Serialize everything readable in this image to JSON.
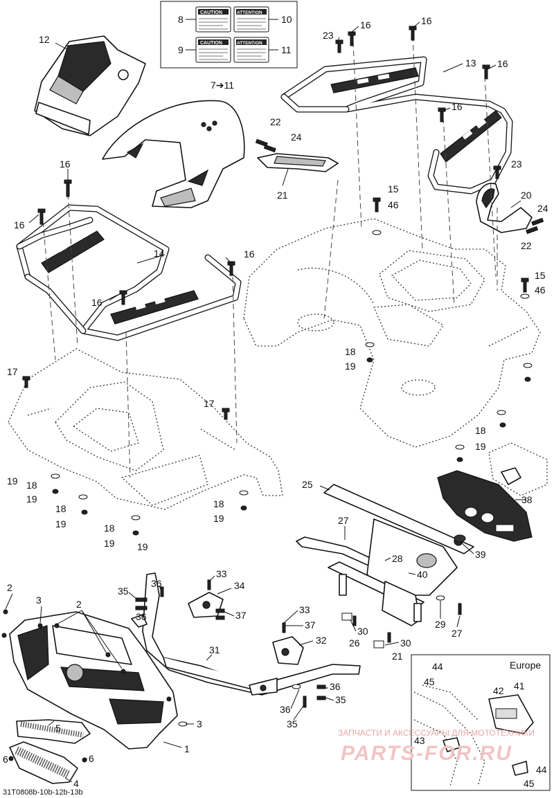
{
  "figure_code": "31T0808b-10b-12b-13b",
  "inset": {
    "title": "Europe"
  },
  "decal_labels": [
    {
      "num": "8",
      "text": "CAUTION"
    },
    {
      "num": "10",
      "text": "ATTENTION"
    },
    {
      "num": "9",
      "text": "CAUTION"
    },
    {
      "num": "11",
      "text": "ATTENTION"
    }
  ],
  "range_label": "7➔11",
  "callouts": {
    "c1": "1",
    "c2a": "2",
    "c2b": "2",
    "c3a": "3",
    "c3b": "3",
    "c4": "4",
    "c5": "5",
    "c6a": "6",
    "c6b": "6",
    "c8": "8",
    "c9": "9",
    "c10": "10",
    "c11": "11",
    "c12": "12",
    "c13": "13",
    "c14": "14",
    "c15a": "15",
    "c15b": "15",
    "c16a": "16",
    "c16b": "16",
    "c16c": "16",
    "c16d": "16",
    "c16e": "16",
    "c16f": "16",
    "c16g": "16",
    "c16h": "16",
    "c17a": "17",
    "c17b": "17",
    "c18a": "18",
    "c18b": "18",
    "c18c": "18",
    "c18d": "18",
    "c18e": "18",
    "c18f": "18",
    "c19a": "19",
    "c19b": "19",
    "c19c": "19",
    "c19d": "19",
    "c19e": "19",
    "c19f": "19",
    "c19g": "19",
    "c19h": "19",
    "c20": "20",
    "c21a": "21",
    "c21b": "21",
    "c22a": "22",
    "c22b": "22",
    "c23a": "23",
    "c23b": "23",
    "c24a": "24",
    "c24b": "24",
    "c25": "25",
    "c26": "26",
    "c27a": "27",
    "c27b": "27",
    "c28": "28",
    "c29": "29",
    "c30a": "30",
    "c30b": "30",
    "c31": "31",
    "c32": "32",
    "c33a": "33",
    "c33b": "33",
    "c34": "34",
    "c35a": "35",
    "c35b": "35",
    "c35c": "35",
    "c36a": "36",
    "c36b": "36",
    "c36c": "36",
    "c36d": "36",
    "c37a": "37",
    "c37b": "37",
    "c38": "38",
    "c39": "39",
    "c40": "40",
    "c41": "41",
    "c42": "42",
    "c43": "43",
    "c44a": "44",
    "c44b": "44",
    "c45a": "45",
    "c45b": "45",
    "c46a": "46",
    "c46b": "46"
  },
  "watermark": {
    "line1": "ЗАПЧАСТИ И АКСЕССУАРЫ ДЛЯ МОТОТЕХНИКИ",
    "line2": "PARTS-FOR.RU"
  }
}
